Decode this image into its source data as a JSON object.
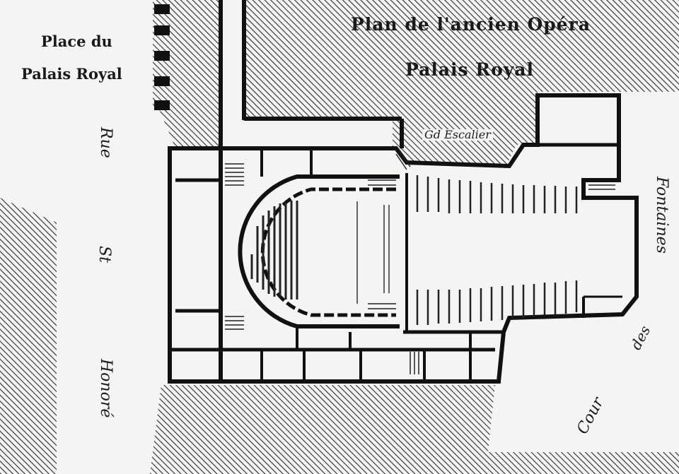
{
  "map": {
    "title_line1": "Plan de l'ancien Opéra",
    "title_line2": "Palais Royal",
    "place_line1": "Place du",
    "place_line2": "Palais Royal",
    "escalier": "Gd Escalier",
    "street_rue": "Rue",
    "street_st": "St",
    "street_honore": "Honoré",
    "cour_des": "des",
    "cour_cour": "Cour",
    "cour_fontaines": "Fontaines"
  },
  "colors": {
    "wall": "#111111",
    "hatch": "#2a2a2a",
    "paper": "#f4f4f2"
  }
}
